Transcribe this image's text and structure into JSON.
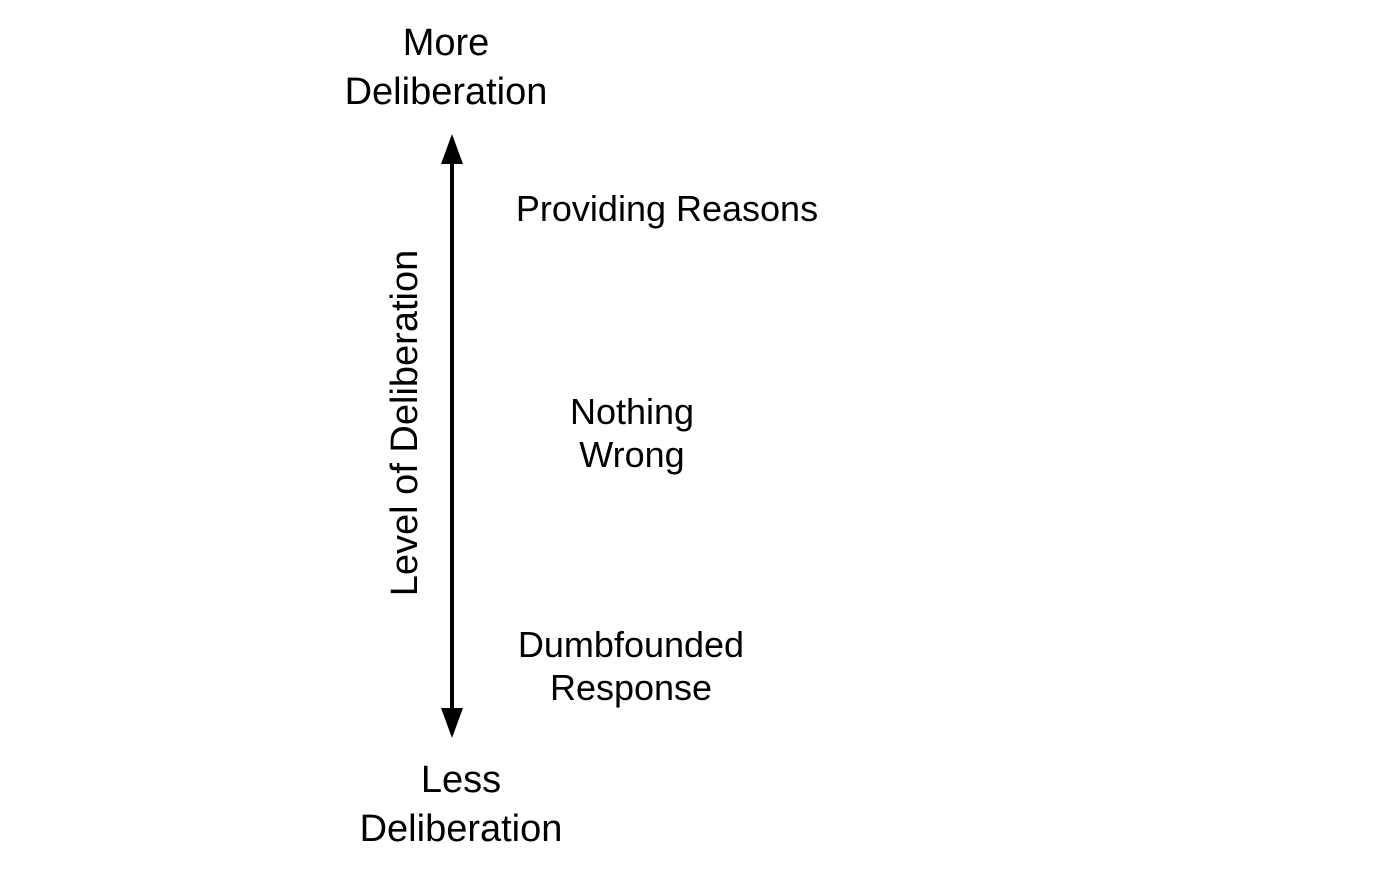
{
  "top_label": {
    "lines": [
      "More",
      "Deliberation"
    ]
  },
  "bottom_label": {
    "lines": [
      "Less",
      "Deliberation"
    ]
  },
  "axis_title": "Level of Deliberation",
  "responses": [
    {
      "lines": [
        "Providing Reasons"
      ]
    },
    {
      "lines": [
        "Nothing",
        "Wrong"
      ]
    },
    {
      "lines": [
        "Dumbfounded",
        "Response"
      ]
    }
  ],
  "colors": {
    "text": "#000000",
    "arrow": "#000000",
    "background": "#ffffff"
  }
}
